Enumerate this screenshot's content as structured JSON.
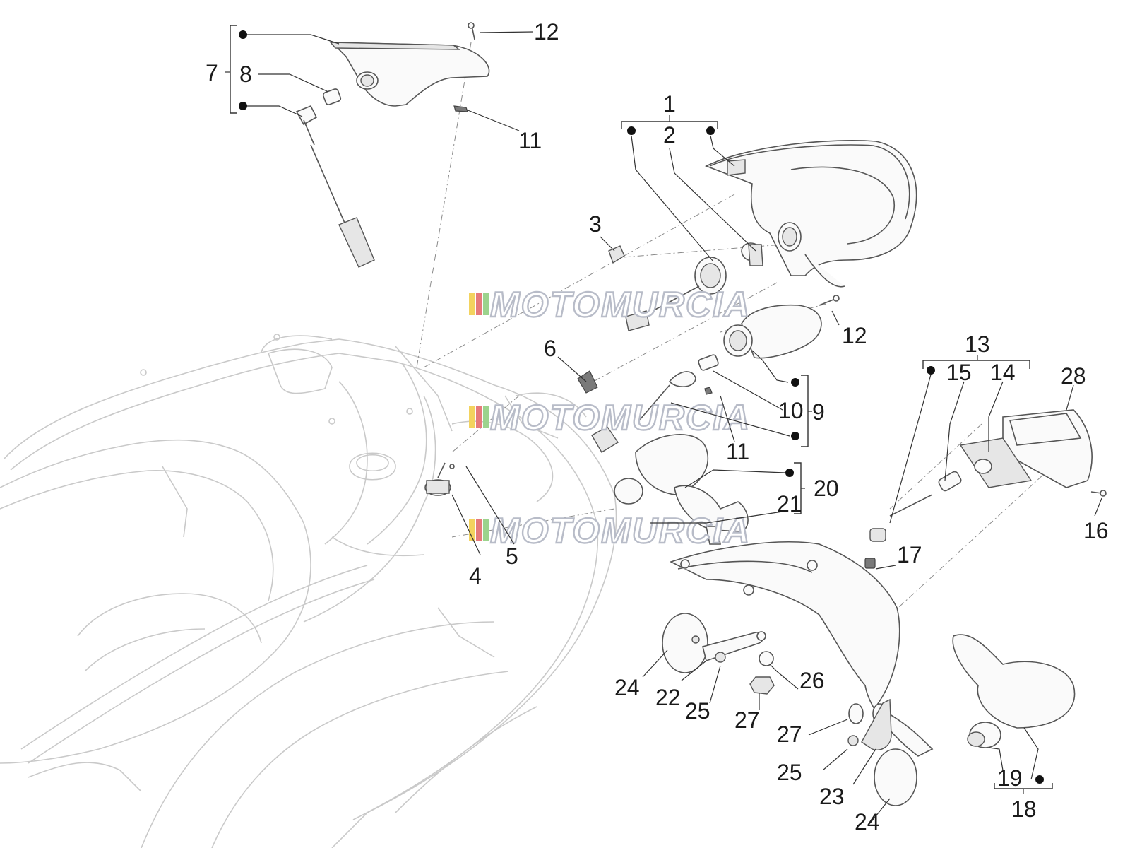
{
  "watermark": {
    "text": "MOTOMURCIA",
    "colors": [
      "#f3d35f",
      "#e67a7a",
      "#9cd38d",
      "#c8cad6"
    ]
  },
  "callouts": [
    {
      "id": "c7",
      "text": "7"
    },
    {
      "id": "c8",
      "text": "8"
    },
    {
      "id": "c12a",
      "text": "12"
    },
    {
      "id": "c11a",
      "text": "11"
    },
    {
      "id": "c1",
      "text": "1"
    },
    {
      "id": "c2",
      "text": "2"
    },
    {
      "id": "c3",
      "text": "3"
    },
    {
      "id": "c12b",
      "text": "12"
    },
    {
      "id": "c6",
      "text": "6"
    },
    {
      "id": "c10",
      "text": "10"
    },
    {
      "id": "c9",
      "text": "9"
    },
    {
      "id": "c11b",
      "text": "11"
    },
    {
      "id": "c13",
      "text": "13"
    },
    {
      "id": "c15",
      "text": "15"
    },
    {
      "id": "c14",
      "text": "14"
    },
    {
      "id": "c28",
      "text": "28"
    },
    {
      "id": "c20",
      "text": "20"
    },
    {
      "id": "c21",
      "text": "21"
    },
    {
      "id": "c16",
      "text": "16"
    },
    {
      "id": "c4",
      "text": "4"
    },
    {
      "id": "c5",
      "text": "5"
    },
    {
      "id": "c17",
      "text": "17"
    },
    {
      "id": "c24a",
      "text": "24"
    },
    {
      "id": "c22",
      "text": "22"
    },
    {
      "id": "c25a",
      "text": "25"
    },
    {
      "id": "c26",
      "text": "26"
    },
    {
      "id": "c27a",
      "text": "27"
    },
    {
      "id": "c27b",
      "text": "27"
    },
    {
      "id": "c25b",
      "text": "25"
    },
    {
      "id": "c23",
      "text": "23"
    },
    {
      "id": "c24b",
      "text": "24"
    },
    {
      "id": "c19",
      "text": "19"
    },
    {
      "id": "c18",
      "text": "18"
    }
  ]
}
